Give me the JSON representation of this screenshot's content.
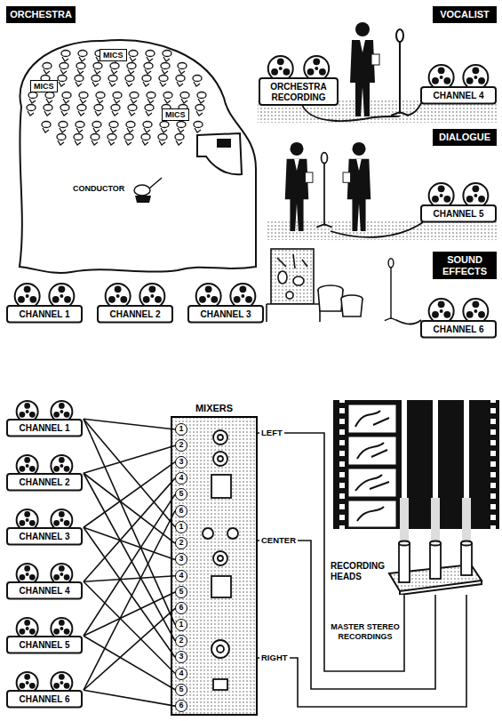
{
  "diagram": {
    "nodes": [
      {
        "text": [
          "ORCHESTRA"
        ]
      },
      {
        "text": [
          "VOCALIST"
        ]
      },
      {
        "text": [
          "MICS"
        ]
      },
      {
        "text": [
          "MICS"
        ]
      },
      {
        "text": [
          "MICS"
        ]
      },
      {
        "text": [
          "ORCHESTRA RECORDING"
        ]
      },
      {
        "text": [
          "CHANNEL 4"
        ]
      },
      {
        "text": [
          "DIALOGUE"
        ]
      },
      {
        "text": [
          "CHANNEL 5"
        ]
      },
      {
        "text": [
          "SOUND EFFECTS"
        ]
      },
      {
        "text": [
          "CHANNEL 6"
        ]
      },
      {
        "text": [
          "CHANNEL 1"
        ]
      },
      {
        "text": [
          "CHANNEL 2"
        ]
      },
      {
        "text": [
          "CHANNEL 3"
        ]
      },
      {
        "text": [
          "MIXERS"
        ]
      },
      {
        "text": [
          "1"
        ],
        "in": 14
      },
      {
        "text": [
          "2"
        ],
        "in": 14
      },
      {
        "text": [
          "3"
        ],
        "in": 14
      },
      {
        "text": [
          "4"
        ],
        "in": 14
      },
      {
        "text": [
          "5"
        ],
        "in": 14
      },
      {
        "text": [
          "6"
        ],
        "in": 14
      },
      {
        "text": [
          "1"
        ],
        "in": 14
      },
      {
        "text": [
          "2"
        ],
        "in": 14
      },
      {
        "text": [
          "3"
        ],
        "in": 14
      },
      {
        "text": [
          "4"
        ],
        "in": 14
      },
      {
        "text": [
          "5"
        ],
        "in": 14
      },
      {
        "text": [
          "6"
        ],
        "in": 14
      },
      {
        "text": [
          "1"
        ],
        "in": 14
      },
      {
        "text": [
          "2"
        ],
        "in": 14
      },
      {
        "text": [
          "3"
        ],
        "in": 14
      },
      {
        "text": [
          "4"
        ],
        "in": 14
      },
      {
        "text": [
          "5"
        ],
        "in": 14
      },
      {
        "text": [
          "6"
        ],
        "in": 14
      },
      {
        "text": [
          "CHANNEL 1"
        ]
      },
      {
        "text": [
          "CHANNEL 2"
        ]
      },
      {
        "text": [
          "CHANNEL 3"
        ]
      },
      {
        "text": [
          "CHANNEL 4"
        ]
      },
      {
        "text": [
          "CHANNEL 5"
        ]
      },
      {
        "text": [
          "CHANNEL 6"
        ]
      },
      {
        "text": [
          "RECORDING HEADS"
        ]
      }
    ],
    "edges": [
      {
        "from": 33,
        "to": 15,
        "arrow": "none"
      },
      {
        "from": 33,
        "to": 21,
        "arrow": "none"
      },
      {
        "from": 33,
        "to": 27,
        "arrow": "none"
      },
      {
        "from": 34,
        "to": 16,
        "arrow": "none"
      },
      {
        "from": 34,
        "to": 22,
        "arrow": "none"
      },
      {
        "from": 34,
        "to": 28,
        "arrow": "none"
      },
      {
        "from": 35,
        "to": 17,
        "arrow": "none"
      },
      {
        "from": 35,
        "to": 23,
        "arrow": "none"
      },
      {
        "from": 35,
        "to": 29,
        "arrow": "none"
      },
      {
        "from": 36,
        "to": 18,
        "arrow": "none"
      },
      {
        "from": 36,
        "to": 24,
        "arrow": "none"
      },
      {
        "from": 36,
        "to": 30,
        "arrow": "none"
      },
      {
        "from": 37,
        "to": 19,
        "arrow": "none"
      },
      {
        "from": 37,
        "to": 25,
        "arrow": "none"
      },
      {
        "from": 37,
        "to": 31,
        "arrow": "none"
      },
      {
        "from": 38,
        "to": 20,
        "arrow": "none"
      },
      {
        "from": 38,
        "to": 26,
        "arrow": "none"
      },
      {
        "from": 38,
        "to": 32,
        "arrow": "none"
      },
      {
        "from": 14,
        "to": 39,
        "label": "LEFT",
        "arrow": "none"
      },
      {
        "from": 14,
        "to": 39,
        "label": "CENTER",
        "arrow": "none"
      },
      {
        "from": 14,
        "to": 39,
        "label": "RIGHT",
        "arrow": "none"
      }
    ],
    "labels": [
      "CONDUCTOR",
      "MASTER STEREO RECORDINGS"
    ]
  }
}
